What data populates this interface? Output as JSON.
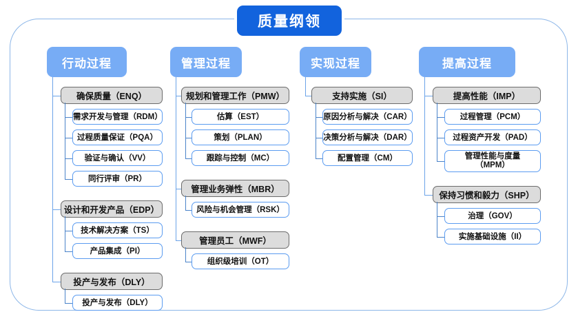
{
  "title": "质量纲领",
  "columns": [
    {
      "header": "行动过程",
      "groups": [
        {
          "label": "确保质量（ENQ）",
          "children": [
            "需求开发与管理（RDM）",
            "过程质量保证（PQA）",
            "验证与确认（VV）",
            "同行评审（PR）"
          ]
        },
        {
          "label": "设计和开发产品（EDP）",
          "children": [
            "技术解决方案（TS）",
            "产品集成（PI）"
          ]
        },
        {
          "label": "投产与发布（DLY）",
          "children": [
            "投产与发布（DLY）"
          ]
        }
      ]
    },
    {
      "header": "管理过程",
      "groups": [
        {
          "label": "规划和管理工作（PMW）",
          "children": [
            "估算（EST）",
            "策划（PLAN）",
            "跟踪与控制（MC）"
          ]
        },
        {
          "label": "管理业务弹性（MBR）",
          "children": [
            "风险与机会管理（RSK）"
          ]
        },
        {
          "label": "管理员工（MWF）",
          "children": [
            "组织级培训（OT）"
          ]
        }
      ]
    },
    {
      "header": "实现过程",
      "groups": [
        {
          "label": "支持实施（SI）",
          "children": [
            "原因分析与解决（CAR）",
            "决策分析与解决（DAR）",
            "配置管理（CM）"
          ]
        }
      ]
    },
    {
      "header": "提高过程",
      "groups": [
        {
          "label": "提高性能（IMP）",
          "children": [
            "过程管理（PCM）",
            "过程资产开发（PAD）",
            "管理性能与度量\n（MPM）"
          ]
        },
        {
          "label": "保持习惯和毅力（SHP）",
          "children": [
            "治理（GOV）",
            "实施基础设施（II）"
          ]
        }
      ]
    }
  ],
  "colors": {
    "title_bg": "#1263dd",
    "header_bg": "#77acf5",
    "group_bg": "#dcdcdc",
    "group_border": "#6b6b6b",
    "leaf_border": "#5a9bf0",
    "connector": "#6ba3e8",
    "frame_border": "#8cb6e8",
    "page_bg": "#ffffff"
  }
}
